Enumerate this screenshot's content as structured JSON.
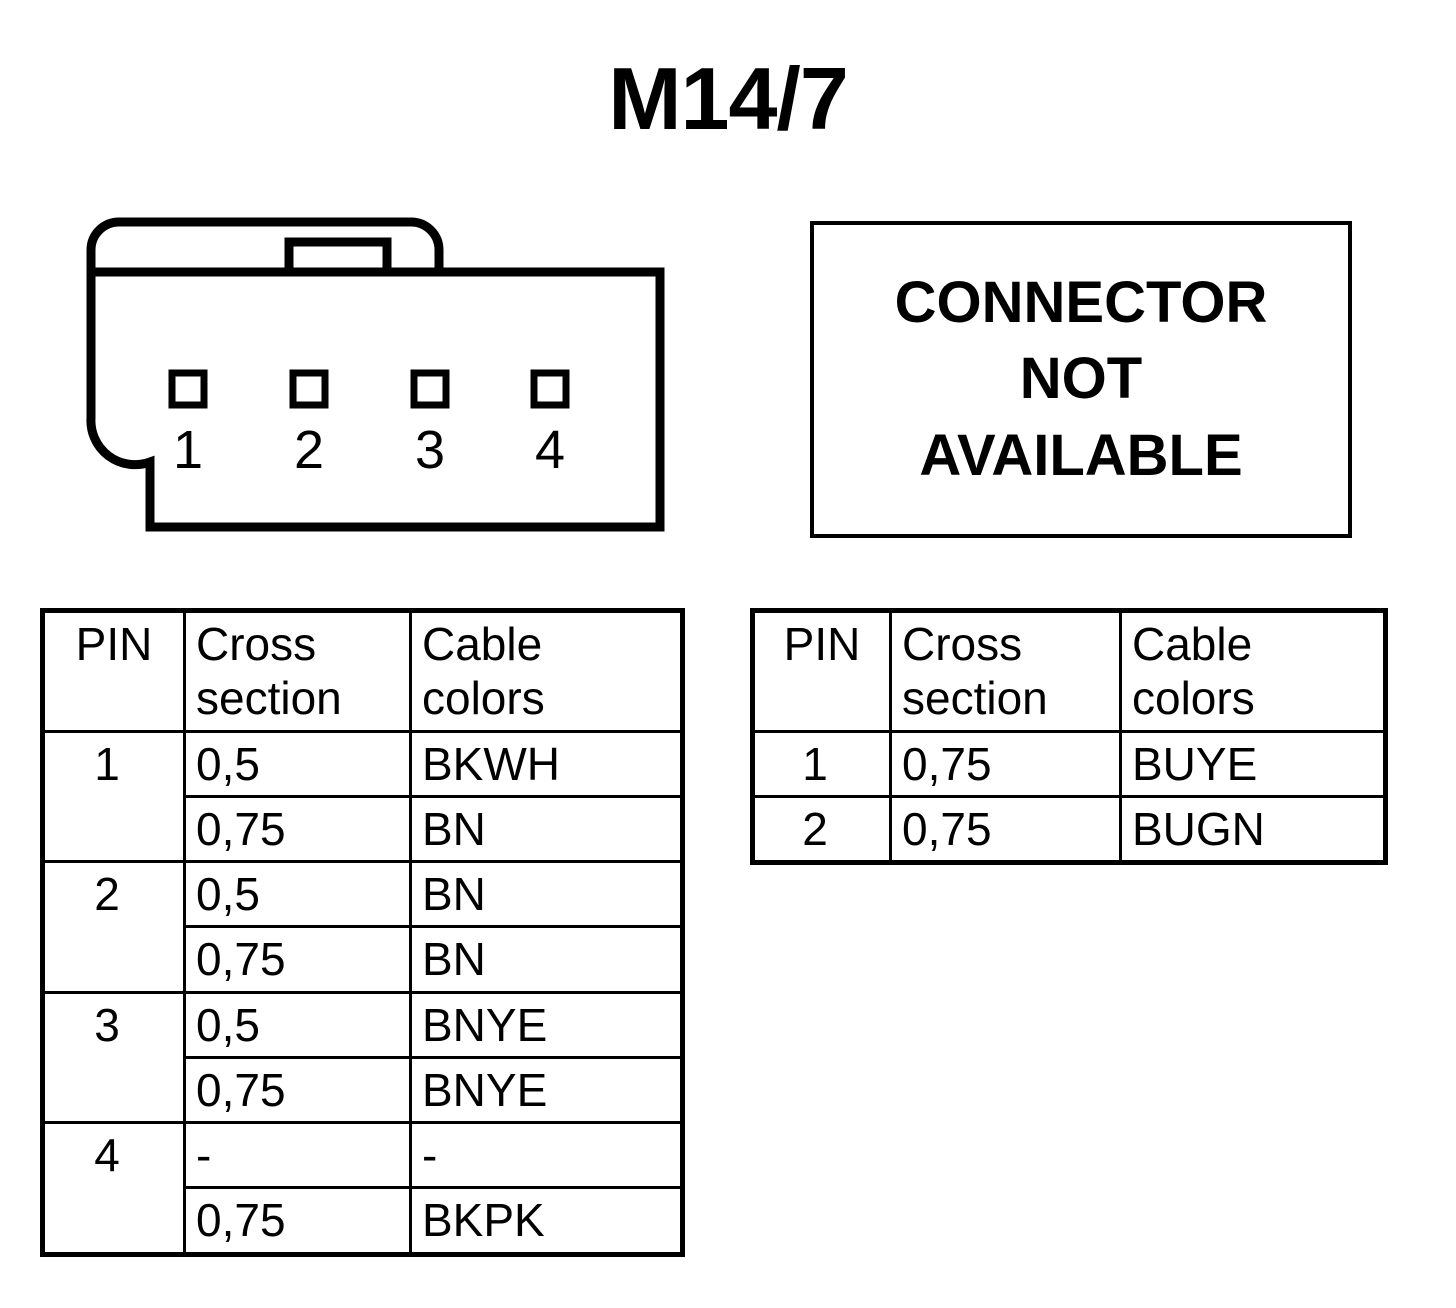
{
  "title": "M14/7",
  "connector": {
    "pin_labels": [
      "1",
      "2",
      "3",
      "4"
    ],
    "outline_color": "#000000"
  },
  "notice": {
    "lines": [
      "CONNECTOR",
      "NOT",
      "AVAILABLE"
    ]
  },
  "tables": {
    "left": {
      "headers": {
        "pin": "PIN",
        "cross_section_line1": "Cross",
        "cross_section_line2": "section",
        "cable_colors_line1": "Cable",
        "cable_colors_line2": "colors"
      },
      "rows": [
        {
          "pin": "1",
          "entries": [
            {
              "cross_section": "0,5",
              "cable_color": "BKWH"
            },
            {
              "cross_section": "0,75",
              "cable_color": "BN"
            }
          ]
        },
        {
          "pin": "2",
          "entries": [
            {
              "cross_section": "0,5",
              "cable_color": "BN"
            },
            {
              "cross_section": "0,75",
              "cable_color": "BN"
            }
          ]
        },
        {
          "pin": "3",
          "entries": [
            {
              "cross_section": "0,5",
              "cable_color": "BNYE"
            },
            {
              "cross_section": "0,75",
              "cable_color": "BNYE"
            }
          ]
        },
        {
          "pin": "4",
          "entries": [
            {
              "cross_section": "-",
              "cable_color": "-"
            },
            {
              "cross_section": "0,75",
              "cable_color": "BKPK"
            }
          ]
        }
      ]
    },
    "right": {
      "headers": {
        "pin": "PIN",
        "cross_section_line1": "Cross",
        "cross_section_line2": "section",
        "cable_colors_line1": "Cable",
        "cable_colors_line2": "colors"
      },
      "rows": [
        {
          "pin": "1",
          "entries": [
            {
              "cross_section": "0,75",
              "cable_color": "BUYE"
            }
          ]
        },
        {
          "pin": "2",
          "entries": [
            {
              "cross_section": "0,75",
              "cable_color": "BUGN"
            }
          ]
        }
      ]
    }
  }
}
